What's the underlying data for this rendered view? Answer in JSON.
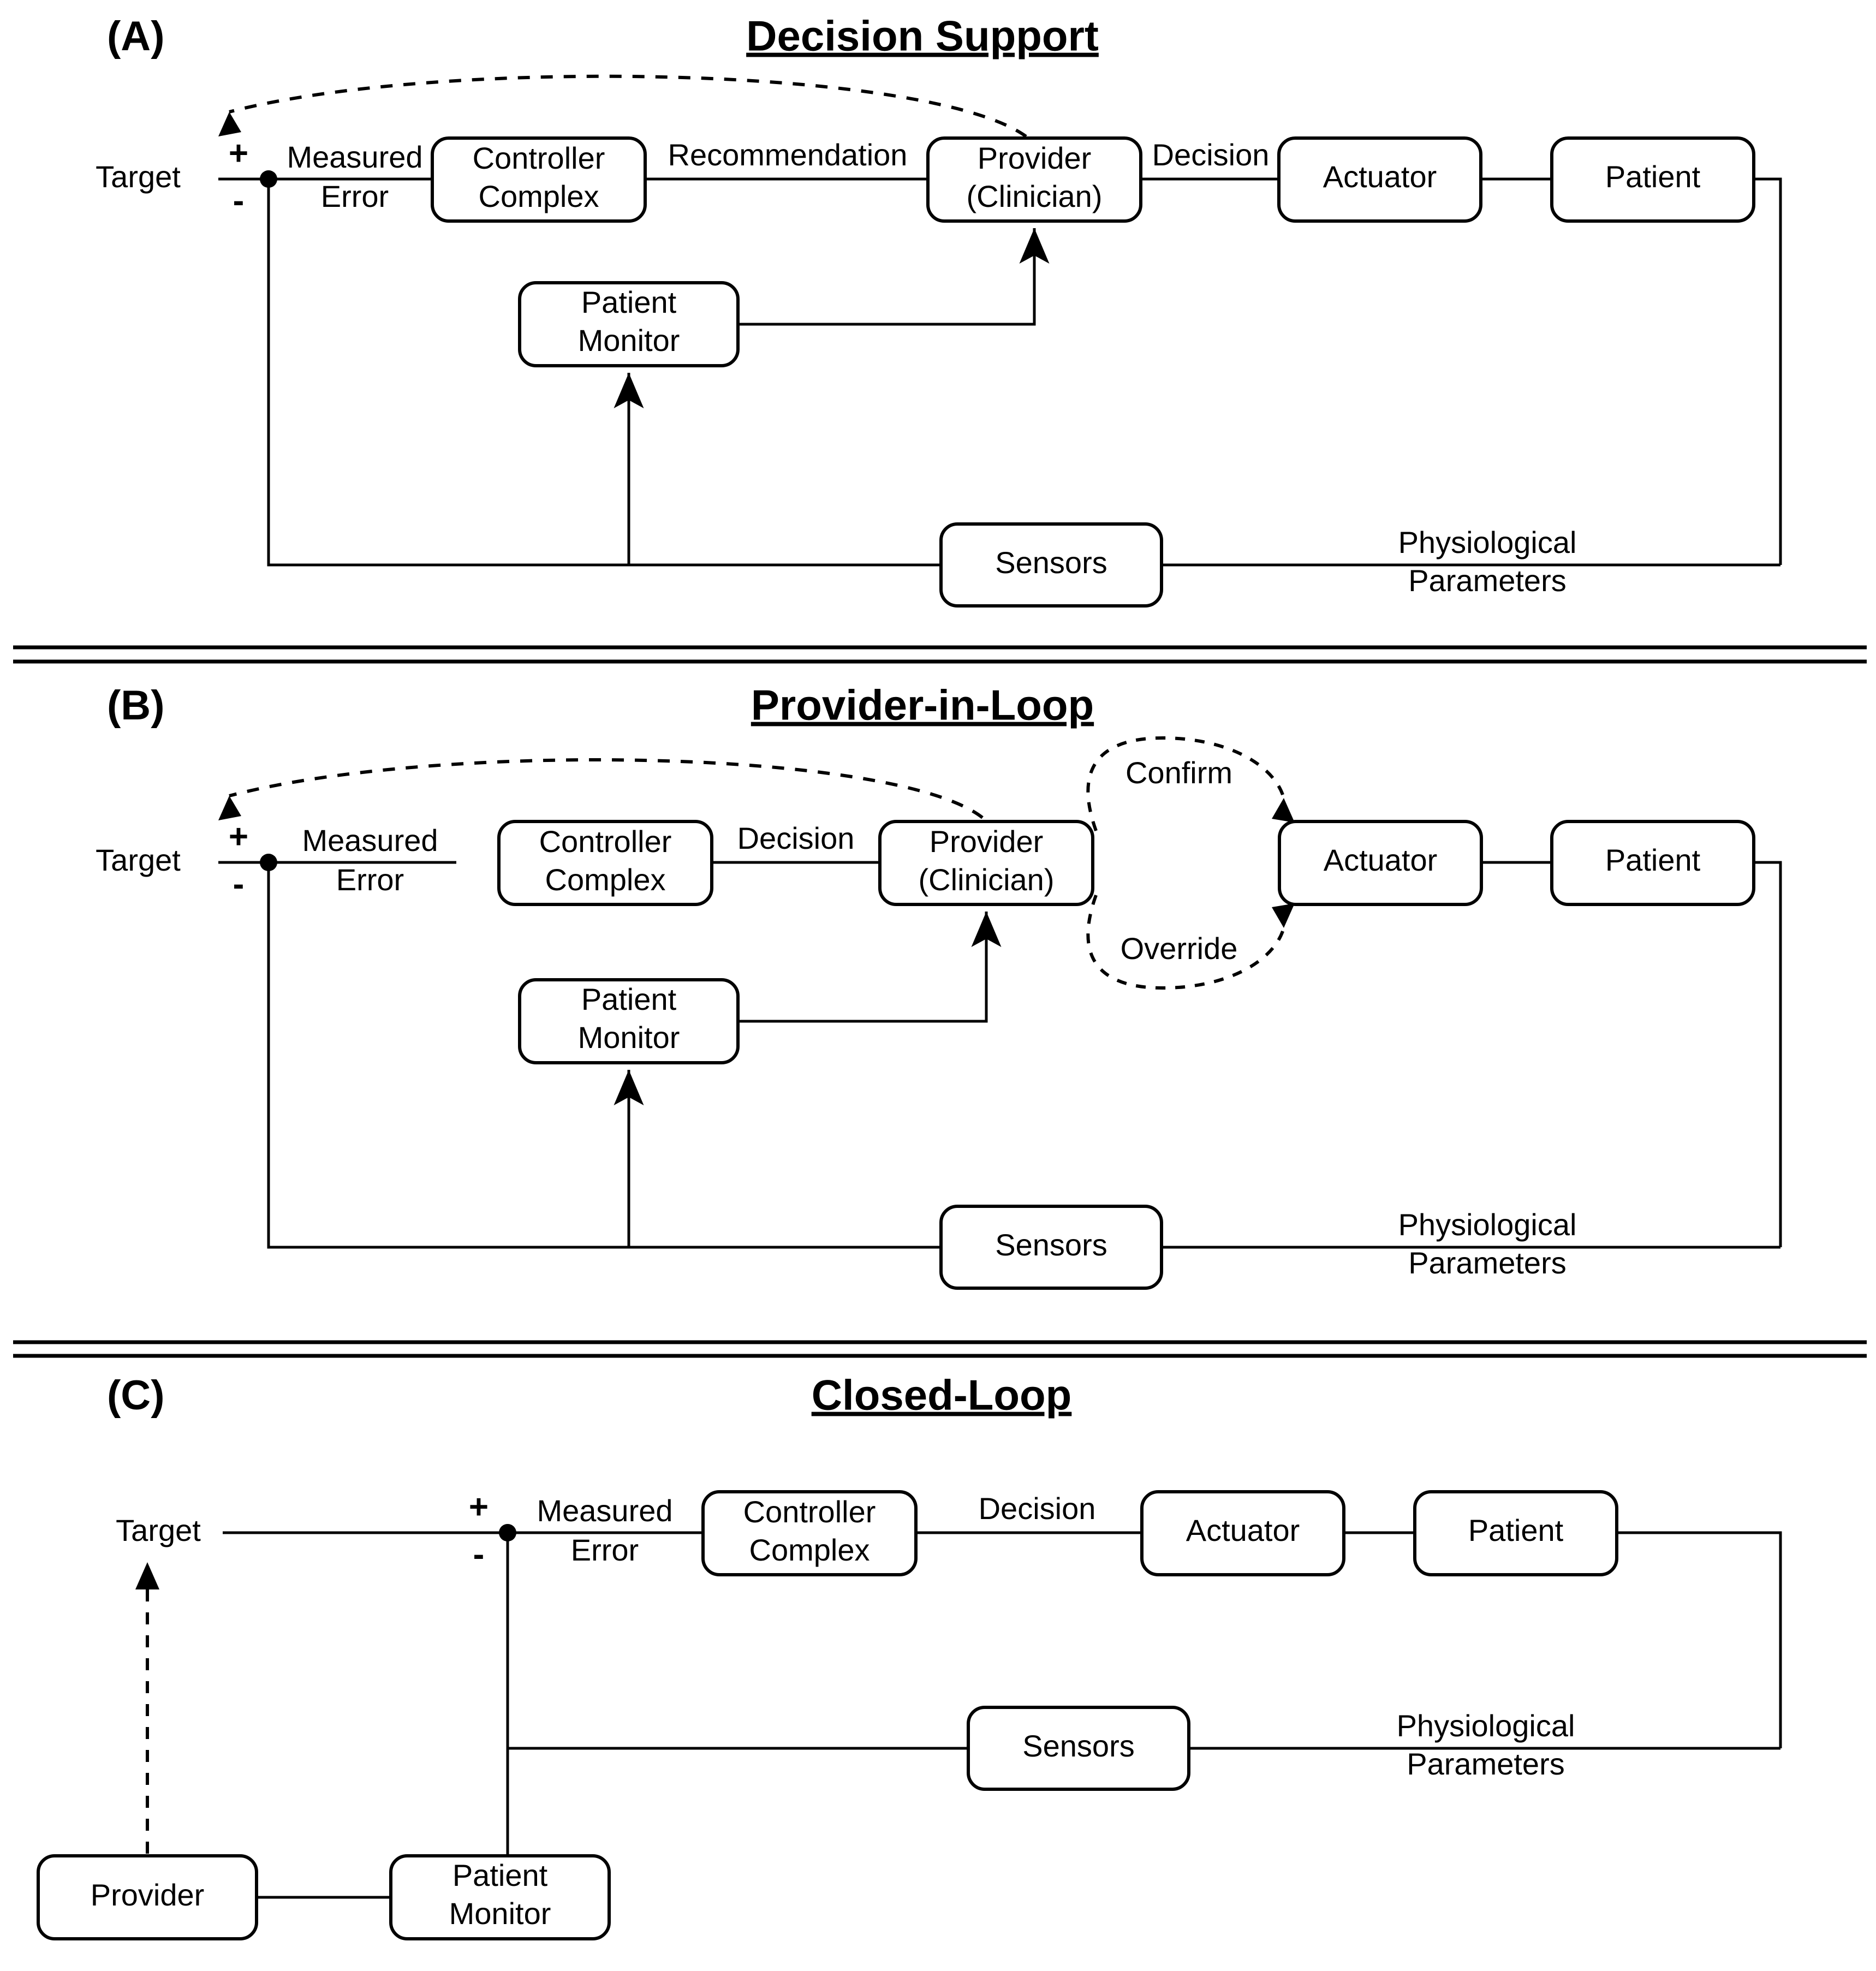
{
  "figure": {
    "kind": "control-loop-block-diagram",
    "panels": [
      {
        "letter": "(A)",
        "title": "Decision Support",
        "nodes": [
          {
            "id": "controller",
            "label_lines": [
              "Controller",
              "Complex"
            ]
          },
          {
            "id": "provider",
            "label_lines": [
              "Provider",
              "(Clinician)"
            ]
          },
          {
            "id": "actuator",
            "label_lines": [
              "Actuator"
            ]
          },
          {
            "id": "patient",
            "label_lines": [
              "Patient"
            ]
          },
          {
            "id": "patient_monitor",
            "label_lines": [
              "Patient",
              "Monitor"
            ]
          },
          {
            "id": "sensors",
            "label_lines": [
              "Sensors"
            ]
          }
        ],
        "labels": {
          "target": "Target",
          "plus": "+",
          "minus": "-",
          "measured_error": [
            "Measured",
            "Error"
          ],
          "recommendation": "Recommendation",
          "decision": "Decision",
          "physiological_parameters": [
            "Physiological",
            "Parameters"
          ]
        }
      },
      {
        "letter": "(B)",
        "title": "Provider-in-Loop",
        "nodes": [
          {
            "id": "controller",
            "label_lines": [
              "Controller",
              "Complex"
            ]
          },
          {
            "id": "provider",
            "label_lines": [
              "Provider",
              "(Clinician)"
            ]
          },
          {
            "id": "actuator",
            "label_lines": [
              "Actuator"
            ]
          },
          {
            "id": "patient",
            "label_lines": [
              "Patient"
            ]
          },
          {
            "id": "patient_monitor",
            "label_lines": [
              "Patient",
              "Monitor"
            ]
          },
          {
            "id": "sensors",
            "label_lines": [
              "Sensors"
            ]
          }
        ],
        "labels": {
          "target": "Target",
          "plus": "+",
          "minus": "-",
          "measured_error": [
            "Measured",
            "Error"
          ],
          "decision": "Decision",
          "confirm": "Confirm",
          "override": "Override",
          "physiological_parameters": [
            "Physiological",
            "Parameters"
          ]
        }
      },
      {
        "letter": "(C)",
        "title": "Closed-Loop",
        "nodes": [
          {
            "id": "controller",
            "label_lines": [
              "Controller",
              "Complex"
            ]
          },
          {
            "id": "actuator",
            "label_lines": [
              "Actuator"
            ]
          },
          {
            "id": "patient",
            "label_lines": [
              "Patient"
            ]
          },
          {
            "id": "sensors",
            "label_lines": [
              "Sensors"
            ]
          },
          {
            "id": "provider",
            "label_lines": [
              "Provider"
            ]
          },
          {
            "id": "patient_monitor",
            "label_lines": [
              "Patient",
              "Monitor"
            ]
          }
        ],
        "labels": {
          "target": "Target",
          "plus": "+",
          "minus": "-",
          "measured_error": [
            "Measured",
            "Error"
          ],
          "decision": "Decision",
          "physiological_parameters": [
            "Physiological",
            "Parameters"
          ]
        }
      }
    ],
    "colors": {
      "stroke": "#000000",
      "fill": "#ffffff",
      "text": "#000000"
    }
  },
  "A": {
    "letter": "(A)",
    "title": "Decision Support",
    "target": "Target",
    "plus": "+",
    "minus": "-",
    "measured": "Measured",
    "error": "Error",
    "recommendation": "Recommendation",
    "decision": "Decision",
    "controller1": "Controller",
    "controller2": "Complex",
    "provider1": "Provider",
    "provider2": "(Clinician)",
    "actuator": "Actuator",
    "patient": "Patient",
    "monitor1": "Patient",
    "monitor2": "Monitor",
    "sensors": "Sensors",
    "physio1": "Physiological",
    "physio2": "Parameters"
  },
  "B": {
    "letter": "(B)",
    "title": "Provider-in-Loop",
    "target": "Target",
    "plus": "+",
    "minus": "-",
    "measured": "Measured",
    "error": "Error",
    "decision": "Decision",
    "confirm": "Confirm",
    "override": "Override",
    "controller1": "Controller",
    "controller2": "Complex",
    "provider1": "Provider",
    "provider2": "(Clinician)",
    "actuator": "Actuator",
    "patient": "Patient",
    "monitor1": "Patient",
    "monitor2": "Monitor",
    "sensors": "Sensors",
    "physio1": "Physiological",
    "physio2": "Parameters"
  },
  "C": {
    "letter": "(C)",
    "title": "Closed-Loop",
    "target": "Target",
    "plus": "+",
    "minus": "-",
    "measured": "Measured",
    "error": "Error",
    "decision": "Decision",
    "controller1": "Controller",
    "controller2": "Complex",
    "actuator": "Actuator",
    "patient": "Patient",
    "sensors": "Sensors",
    "physio1": "Physiological",
    "physio2": "Parameters",
    "provider": "Provider",
    "monitor1": "Patient",
    "monitor2": "Monitor"
  }
}
